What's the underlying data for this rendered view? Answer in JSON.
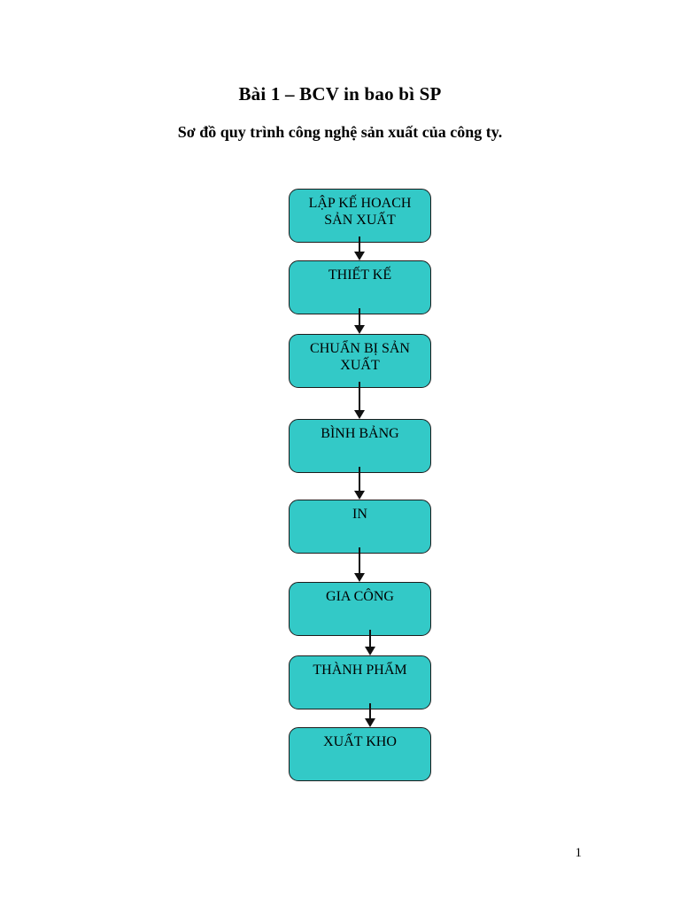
{
  "document": {
    "title": "Bài 1 – BCV in bao bì SP",
    "subtitle": "Sơ đồ quy trình công nghệ sản xuất của công ty."
  },
  "flowchart": {
    "type": "vertical-flow",
    "node_fill_color": "#33C9C7",
    "node_border_color": "#1c1c1c",
    "arrow_color": "#111111",
    "nodes": [
      {
        "label": "LẬP KẾ HOACH SẢN XUẤT"
      },
      {
        "label": "THIẾT KẾ"
      },
      {
        "label": "CHUẨN BỊ SẢN XUẤT"
      },
      {
        "label": "BÌNH BẢNG"
      },
      {
        "label": "IN"
      },
      {
        "label": "GIA CÔNG"
      },
      {
        "label": "THÀNH PHẨM"
      },
      {
        "label": "XUẤT KHO"
      }
    ]
  },
  "footer": {
    "page_number": "1"
  }
}
